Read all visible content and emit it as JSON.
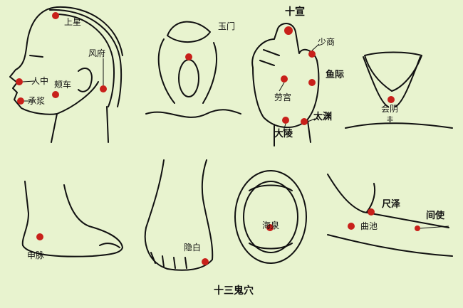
{
  "colors": {
    "background": "#e8f3cf",
    "line": "#111111",
    "point": "#c8201a"
  },
  "title": "十三鬼穴",
  "labels": {
    "shangxing": "上星",
    "renzhong": "人中",
    "jiache": "颊车",
    "chengjiang": "承浆",
    "fengfu": "风府",
    "yumen": "玉门",
    "shixuan": "十宣",
    "shaoshang": "少商",
    "yuji": "鱼际",
    "laogong": "劳宫",
    "taiyuan": "太渊",
    "daling": "大陵",
    "huiyin": "会阴",
    "huiyin_sub": "非",
    "shenmai": "申脉",
    "yinbai": "隐白",
    "haiquan": "海泉",
    "chize": "尺泽",
    "quchi": "曲池",
    "jianshi": "间使"
  }
}
